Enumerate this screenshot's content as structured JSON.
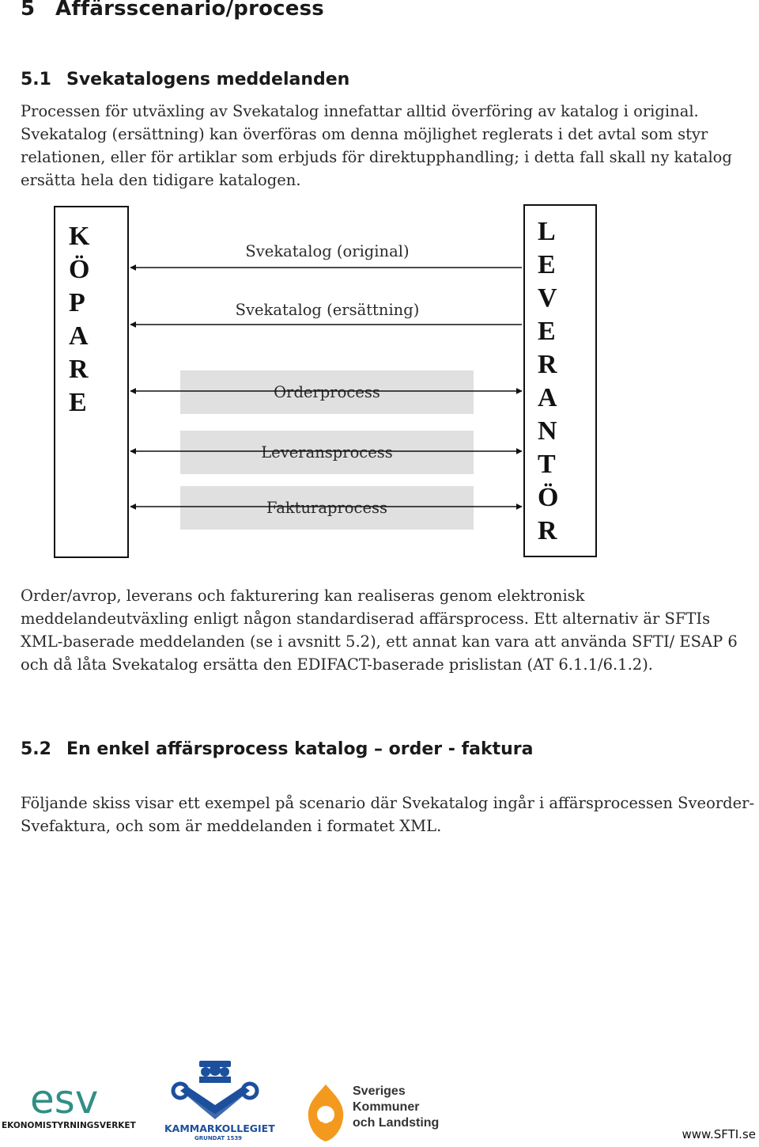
{
  "section": {
    "number": "5",
    "title": "Affärsscenario/process"
  },
  "sub1": {
    "number": "5.1",
    "title": "Svekatalogens meddelanden",
    "lines": [
      "Processen för utväxling av Svekatalog innefattar alltid överföring av katalog i original.",
      "Svekatalog (ersättning) kan överföras om denna möjlighet reglerats i det avtal som styr",
      "relationen, eller för artiklar som erbjuds för direktupphandling; i detta fall skall ny katalog",
      "ersätta hela den tidigare katalogen."
    ]
  },
  "diagram": {
    "buyer_letters": [
      "K",
      "Ö",
      "P",
      "A",
      "R",
      "E"
    ],
    "supplier_letters": [
      "L",
      "E",
      "V",
      "E",
      "R",
      "A",
      "N",
      "T",
      "Ö",
      "R"
    ],
    "catalog_original": "Svekatalog (original)",
    "catalog_replacement": "Svekatalog (ersättning)",
    "processes": [
      "Orderprocess",
      "Leveransprocess",
      "Fakturaprocess"
    ]
  },
  "para2": {
    "lines": [
      "Order/avrop, leverans och fakturering kan realiseras genom elektronisk",
      "meddelandeutväxling enligt någon standardiserad affärsprocess. Ett alternativ är SFTIs",
      "XML-baserade meddelanden (se i avsnitt 5.2), ett annat kan vara att använda SFTI/ ESAP 6",
      "och då låta Svekatalog ersätta den EDIFACT-baserade prislistan (AT 6.1.1/6.1.2)."
    ]
  },
  "sub2": {
    "number": "5.2",
    "title": "En enkel affärsprocess katalog – order - faktura",
    "lines": [
      "Följande skiss visar ett exempel på scenario där Svekatalog ingår i affärsprocessen Sveorder-",
      "Svefaktura, och som är meddelanden i formatet XML."
    ]
  },
  "footer": {
    "esv_wordmark": "esv",
    "esv_caption": "EKONOMISTYRNINGSVERKET",
    "kammar_caption": "KAMMARKOLLEGIET",
    "kammar_sub": "GRUNDAT 1539",
    "skl_lines": [
      "Sveriges",
      "Kommuner",
      "och Landsting"
    ],
    "website": "www.SFTI.se"
  },
  "colors": {
    "process_box": "#e0e0e0",
    "esv_teal": "#2f8f86",
    "kammar_blue": "#1c4f9c",
    "skl_orange": "#f39a1e"
  }
}
